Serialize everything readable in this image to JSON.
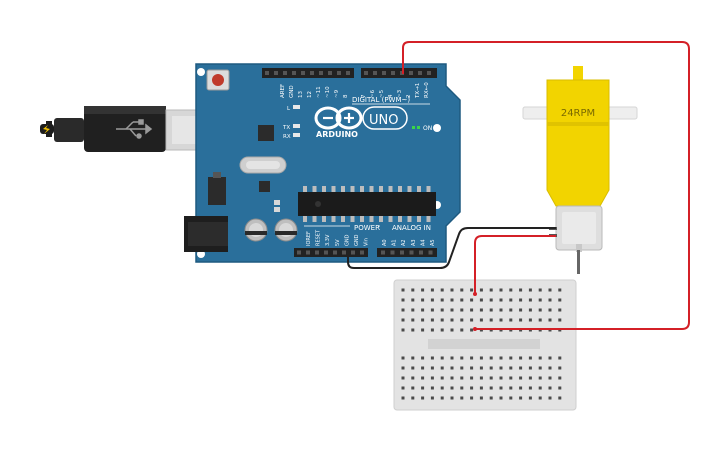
{
  "board": {
    "name": "Arduino Uno",
    "logo_text": "ARDUINO",
    "model_text": "UNO",
    "digital_label": "DIGITAL (PWM~)",
    "power_label": "POWER",
    "analog_label": "ANALOG IN",
    "led_l": "L",
    "led_tx": "TX",
    "led_rx": "RX",
    "on_label": "ON",
    "digital_pins": [
      "AREF",
      "GND",
      "13",
      "12",
      "~11",
      "~10",
      "~9",
      "8",
      "7",
      "~6",
      "~5",
      "4",
      "~3",
      "2",
      "TX→1",
      "RX←0"
    ],
    "power_pins": [
      "IOREF",
      "RESET",
      "3.3V",
      "5V",
      "GND",
      "GND",
      "Vin"
    ],
    "analog_pins": [
      "A0",
      "A1",
      "A2",
      "A3",
      "A4",
      "A5"
    ]
  },
  "motor": {
    "label": "24RPM",
    "body_color": "#f2d400"
  },
  "breadboard": {
    "name": "mini breadboard"
  },
  "wires": {
    "red_color": "#d42027",
    "black_color": "#222222"
  }
}
